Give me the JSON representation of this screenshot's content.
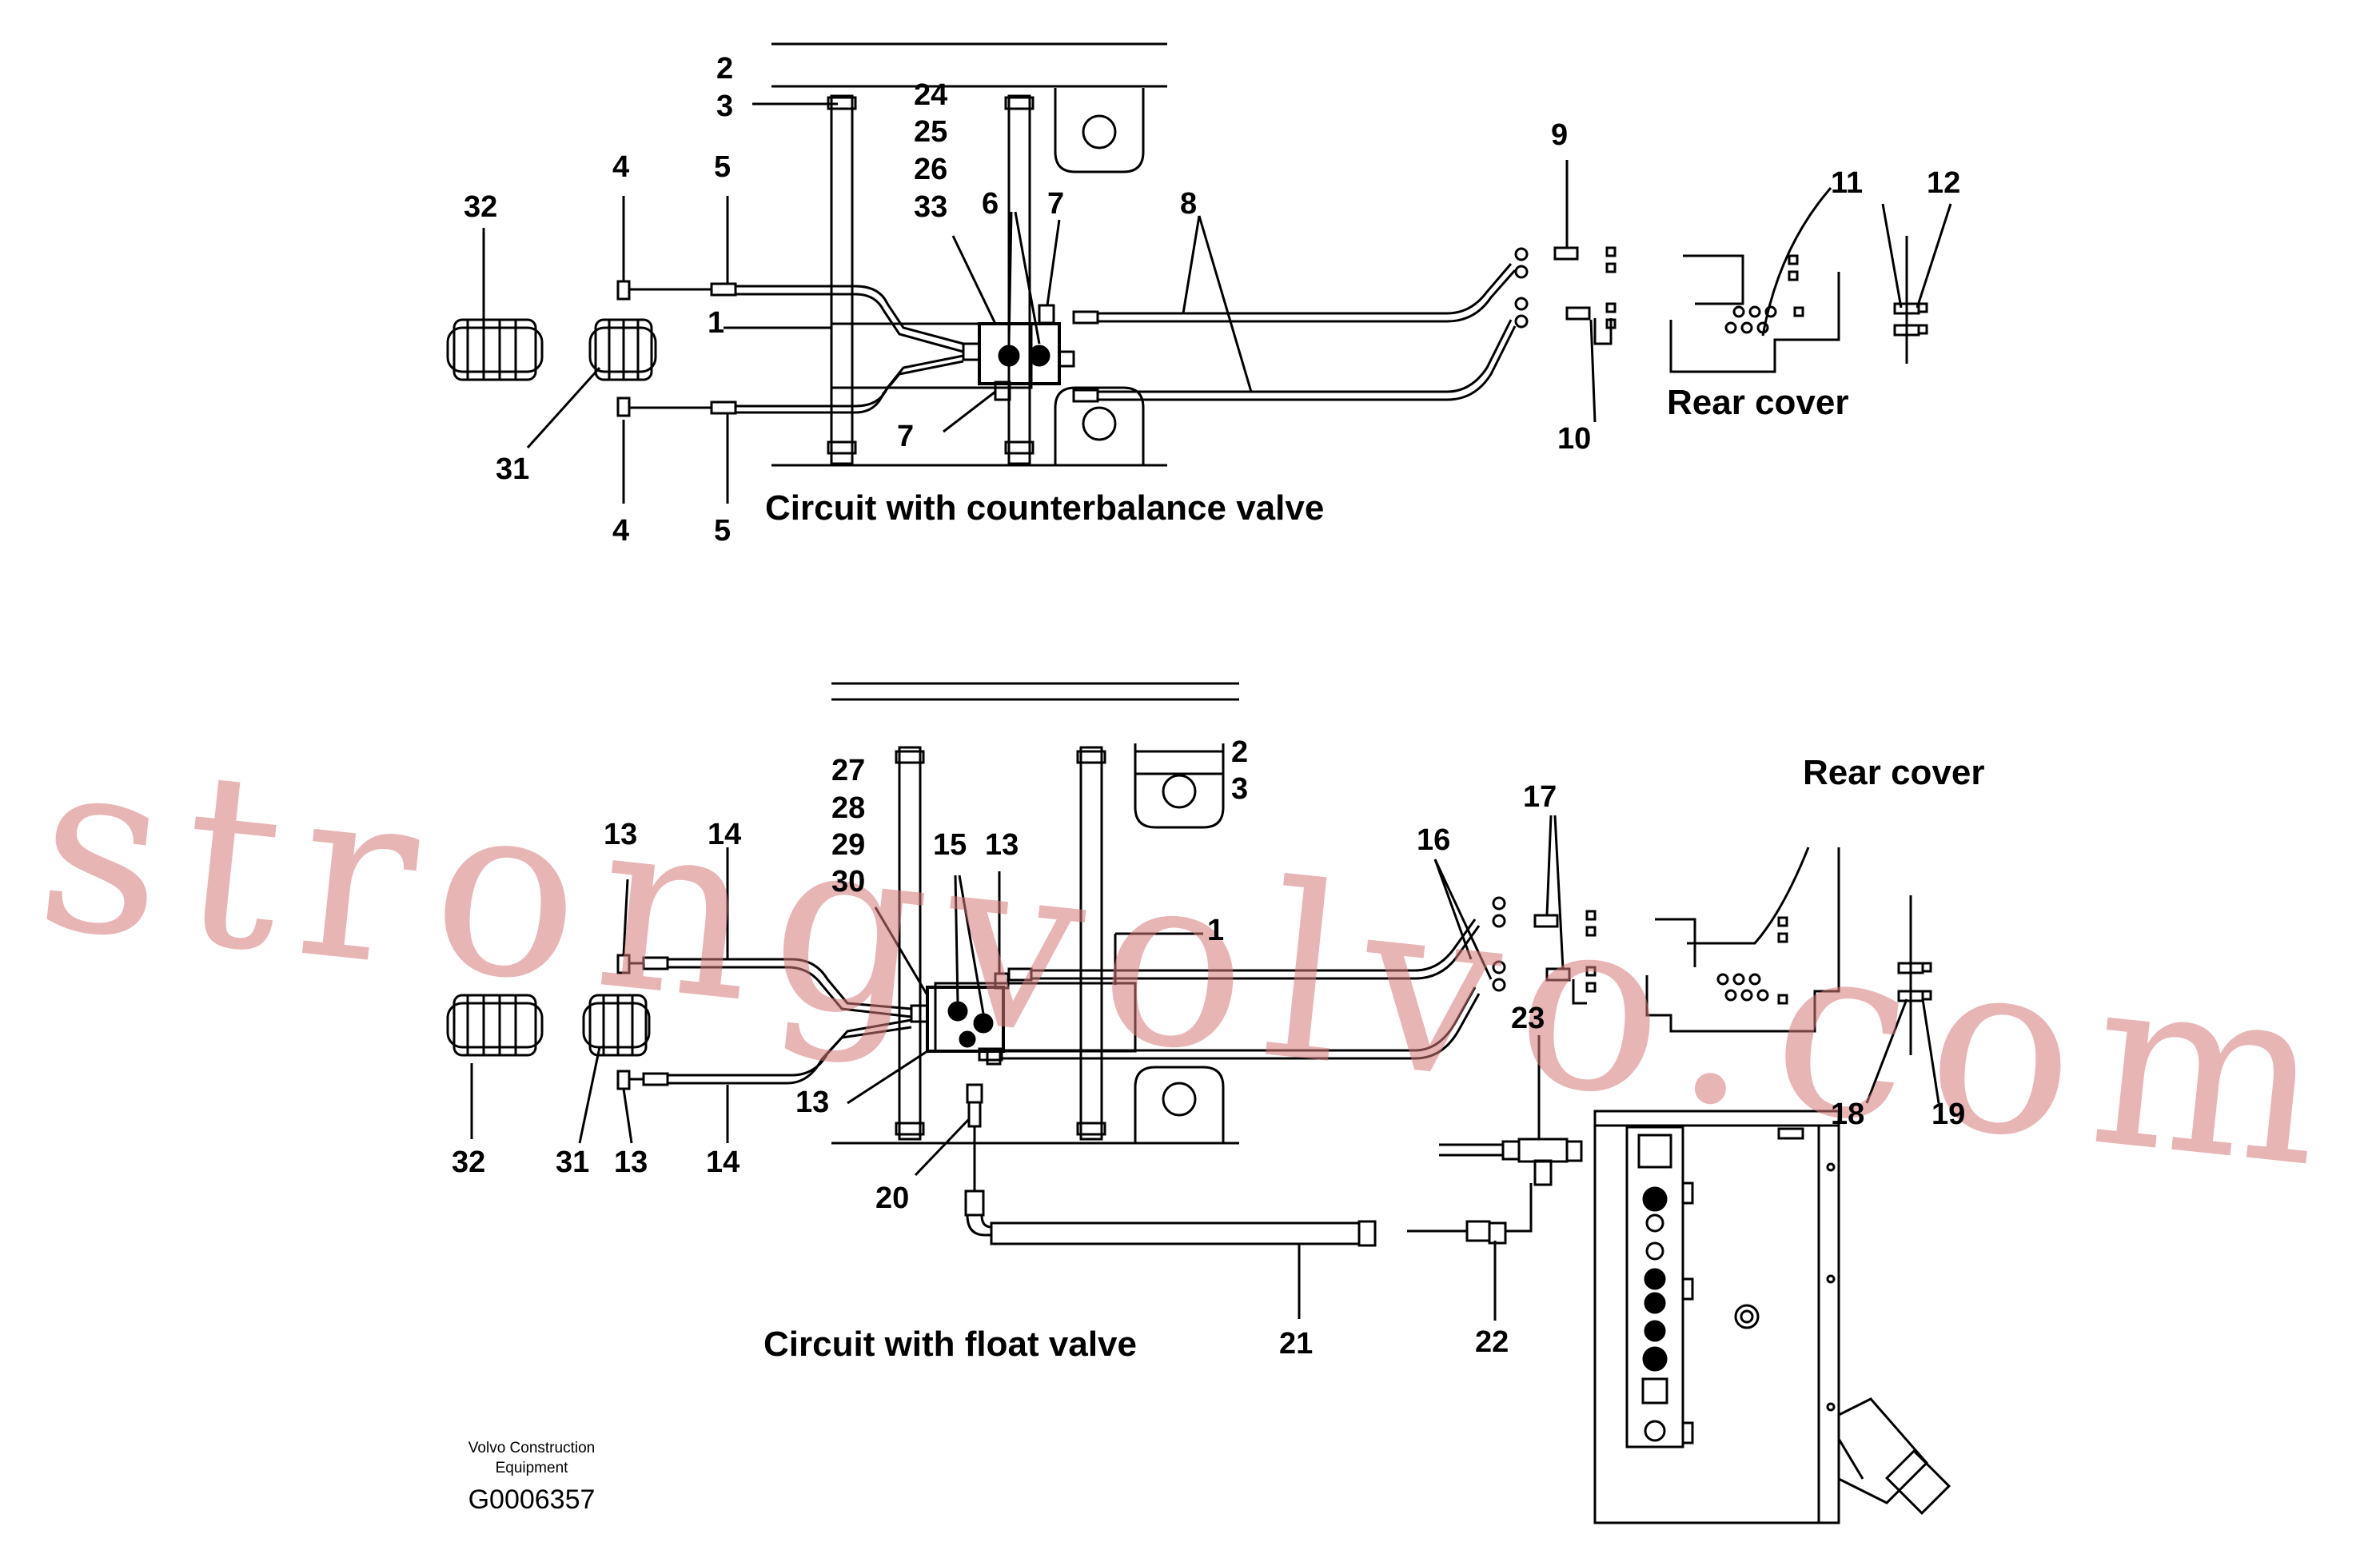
{
  "top_circuit": {
    "caption": "Circuit with counterbalance valve",
    "rear_cover": "Rear cover",
    "labels": [
      "2",
      "3",
      "24",
      "25",
      "26",
      "33",
      "4",
      "5",
      "32",
      "6",
      "7",
      "8",
      "9",
      "11",
      "12",
      "1",
      "31",
      "4",
      "5",
      "7",
      "10"
    ]
  },
  "bottom_circuit": {
    "caption": "Circuit with float valve",
    "rear_cover": "Rear cover",
    "labels": [
      "2",
      "3",
      "27",
      "28",
      "29",
      "30",
      "13",
      "14",
      "15",
      "13",
      "16",
      "17",
      "1",
      "23",
      "13",
      "18",
      "19",
      "32",
      "31",
      "13",
      "14",
      "20",
      "21",
      "22"
    ]
  },
  "footer": {
    "company_line1": "Volvo Construction",
    "company_line2": "Equipment",
    "drawing_id": "G0006357"
  },
  "watermark": "strongvolvo.com",
  "colors": {
    "ink": "#000000",
    "watermark": "#d67878",
    "background": "#ffffff"
  }
}
